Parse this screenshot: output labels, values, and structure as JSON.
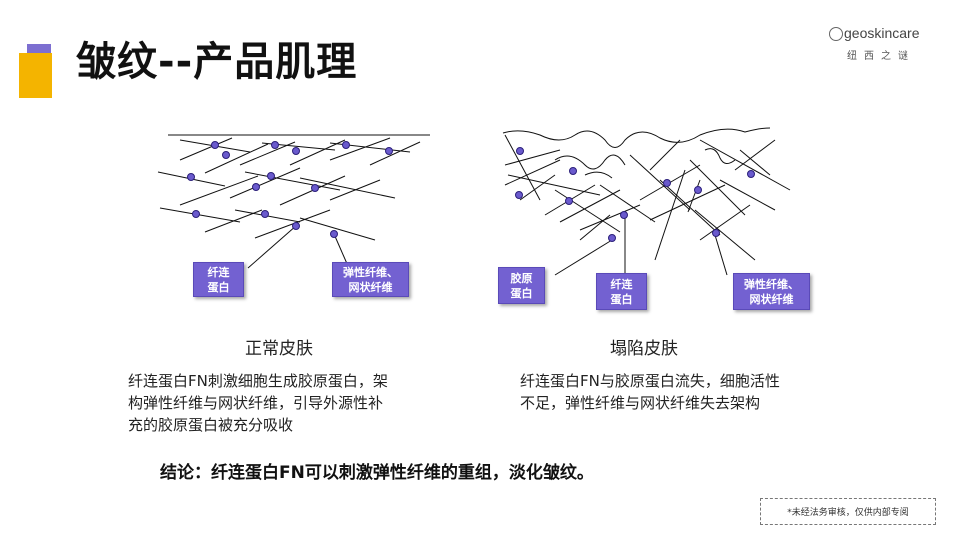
{
  "header": {
    "title": "皱纹--产品肌理"
  },
  "logo": {
    "name": "geoskincare",
    "subtitle": "纽西之谜"
  },
  "left_panel": {
    "label_fn": "纤连\n蛋白",
    "label_elastic": "弹性纤维、\n网状纤维",
    "caption": "正常皮肤",
    "description": "纤连蛋白FN刺激细胞生成胶原蛋白，架\n构弹性纤维与网状纤维，引导外源性补\n充的胶原蛋白被充分吸收"
  },
  "right_panel": {
    "label_collagen": "胶原\n蛋白",
    "label_fn": "纤连\n蛋白",
    "label_elastic": "弹性纤维、\n网状纤维",
    "caption": "塌陷皮肤",
    "description": "纤连蛋白FN与胶原蛋白流失，细胞活性\n不足，弹性纤维与网状纤维失去架构"
  },
  "conclusion": "结论：纤连蛋白FN可以刺激弹性纤维的重组，淡化皱纹。",
  "footer_note": "*未经法务审核，仅供内部专阅",
  "colors": {
    "accent_purple": "#7d6fd1",
    "accent_orange": "#f4b400",
    "label_fill": "#7361d1",
    "node": "#6a5acd"
  }
}
